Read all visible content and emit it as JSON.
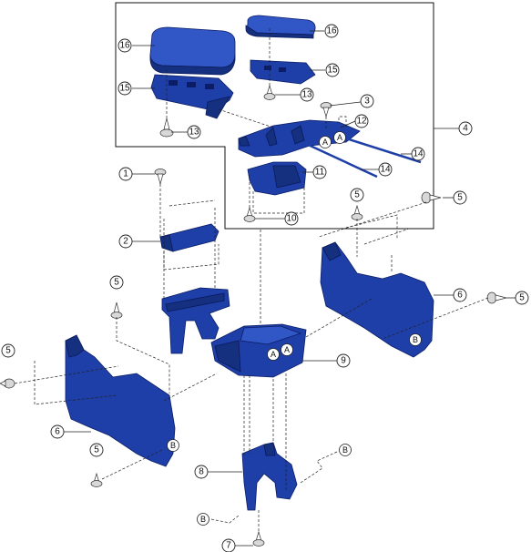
{
  "callouts": {
    "c1": "1",
    "c2": "2",
    "c3": "3",
    "c4": "4",
    "c5a": "5",
    "c5b": "5",
    "c5c": "5",
    "c5d": "5",
    "c5e": "5",
    "c5f": "5",
    "c6a": "6",
    "c6b": "6",
    "c7": "7",
    "c8": "8",
    "c9": "9",
    "c10": "10",
    "c11": "11",
    "c12": "12",
    "c13a": "13",
    "c13b": "13",
    "c14a": "14",
    "c14b": "14",
    "c15a": "15",
    "c15b": "15",
    "c16a": "16",
    "c16b": "16"
  },
  "markers": {
    "a1": "A",
    "a2": "A",
    "a3": "A",
    "a4": "A",
    "b1": "B",
    "b2": "B",
    "b3": "B",
    "b4": "B"
  },
  "colors": {
    "part": "#1e3fa8",
    "outline": "#111111",
    "background": "#ffffff"
  }
}
